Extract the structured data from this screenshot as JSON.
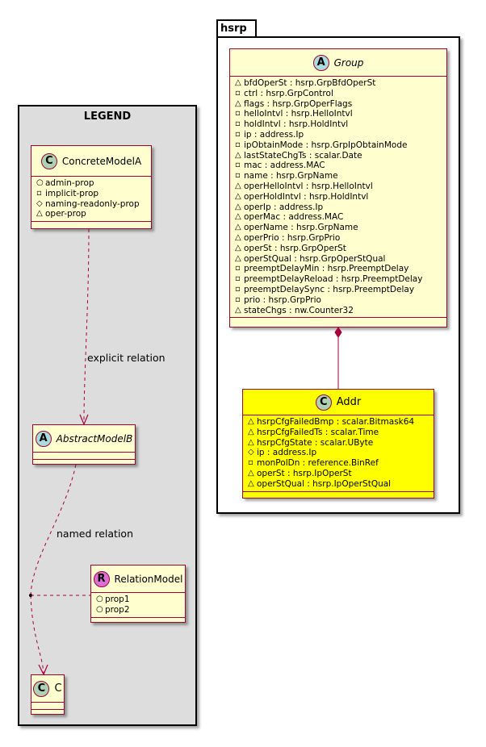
{
  "legend": {
    "title": "LEGEND",
    "concrete": {
      "stereotype": "C",
      "stereotype_color": "#add1b2",
      "name": "ConcreteModelA",
      "attrs": [
        {
          "vis": "○",
          "text": "admin-prop"
        },
        {
          "vis": "▫",
          "text": "implicit-prop"
        },
        {
          "vis": "◇",
          "text": "naming-readonly-prop"
        },
        {
          "vis": "△",
          "text": "oper-prop"
        }
      ]
    },
    "abstract": {
      "stereotype": "A",
      "stereotype_color": "#a9dcdf",
      "name": "AbstractModelB"
    },
    "relation": {
      "stereotype": "R",
      "stereotype_color": "#da70d6",
      "name": "RelationModel",
      "attrs": [
        {
          "vis": "○",
          "text": "prop1"
        },
        {
          "vis": "○",
          "text": "prop2"
        }
      ]
    },
    "target": {
      "stereotype": "C",
      "stereotype_color": "#add1b2",
      "name": "C"
    },
    "explicit_label": "explicit relation",
    "named_label": "named relation"
  },
  "package": {
    "name": "hsrp",
    "group": {
      "stereotype": "A",
      "stereotype_color": "#a9dcdf",
      "name": "Group",
      "attrs": [
        {
          "vis": "△",
          "text": "bfdOperSt : hsrp.GrpBfdOperSt"
        },
        {
          "vis": "▫",
          "text": "ctrl : hsrp.GrpControl"
        },
        {
          "vis": "△",
          "text": "flags : hsrp.GrpOperFlags"
        },
        {
          "vis": "▫",
          "text": "helloIntvl : hsrp.HelloIntvl"
        },
        {
          "vis": "▫",
          "text": "holdIntvl : hsrp.HoldIntvl"
        },
        {
          "vis": "▫",
          "text": "ip : address.Ip"
        },
        {
          "vis": "▫",
          "text": "ipObtainMode : hsrp.GrpIpObtainMode"
        },
        {
          "vis": "△",
          "text": "lastStateChgTs : scalar.Date"
        },
        {
          "vis": "▫",
          "text": "mac : address.MAC"
        },
        {
          "vis": "▫",
          "text": "name : hsrp.GrpName"
        },
        {
          "vis": "△",
          "text": "operHelloIntvl : hsrp.HelloIntvl"
        },
        {
          "vis": "△",
          "text": "operHoldIntvl : hsrp.HoldIntvl"
        },
        {
          "vis": "△",
          "text": "operIp : address.Ip"
        },
        {
          "vis": "△",
          "text": "operMac : address.MAC"
        },
        {
          "vis": "△",
          "text": "operName : hsrp.GrpName"
        },
        {
          "vis": "△",
          "text": "operPrio : hsrp.GrpPrio"
        },
        {
          "vis": "△",
          "text": "operSt : hsrp.GrpOperSt"
        },
        {
          "vis": "△",
          "text": "operStQual : hsrp.GrpOperStQual"
        },
        {
          "vis": "▫",
          "text": "preemptDelayMin : hsrp.PreemptDelay"
        },
        {
          "vis": "▫",
          "text": "preemptDelayReload : hsrp.PreemptDelay"
        },
        {
          "vis": "▫",
          "text": "preemptDelaySync : hsrp.PreemptDelay"
        },
        {
          "vis": "▫",
          "text": "prio : hsrp.GrpPrio"
        },
        {
          "vis": "△",
          "text": "stateChgs : nw.Counter32"
        }
      ]
    },
    "addr": {
      "stereotype": "C",
      "stereotype_color": "#add1b2",
      "name": "Addr",
      "attrs": [
        {
          "vis": "△",
          "text": "hsrpCfgFailedBmp : scalar.Bitmask64"
        },
        {
          "vis": "△",
          "text": "hsrpCfgFailedTs : scalar.Time"
        },
        {
          "vis": "△",
          "text": "hsrpCfgState : scalar.UByte"
        },
        {
          "vis": "◇",
          "text": "ip : address.Ip"
        },
        {
          "vis": "▫",
          "text": "monPolDn : reference.BinRef"
        },
        {
          "vis": "△",
          "text": "operSt : hsrp.IpOperSt"
        },
        {
          "vis": "△",
          "text": "operStQual : hsrp.IpOperStQual"
        }
      ]
    }
  },
  "colors": {
    "class_fill": "#fefece",
    "class_border": "#a80036",
    "highlight_fill": "#ffff00",
    "legend_fill": "#dddddd",
    "arrow": "#a80036"
  }
}
